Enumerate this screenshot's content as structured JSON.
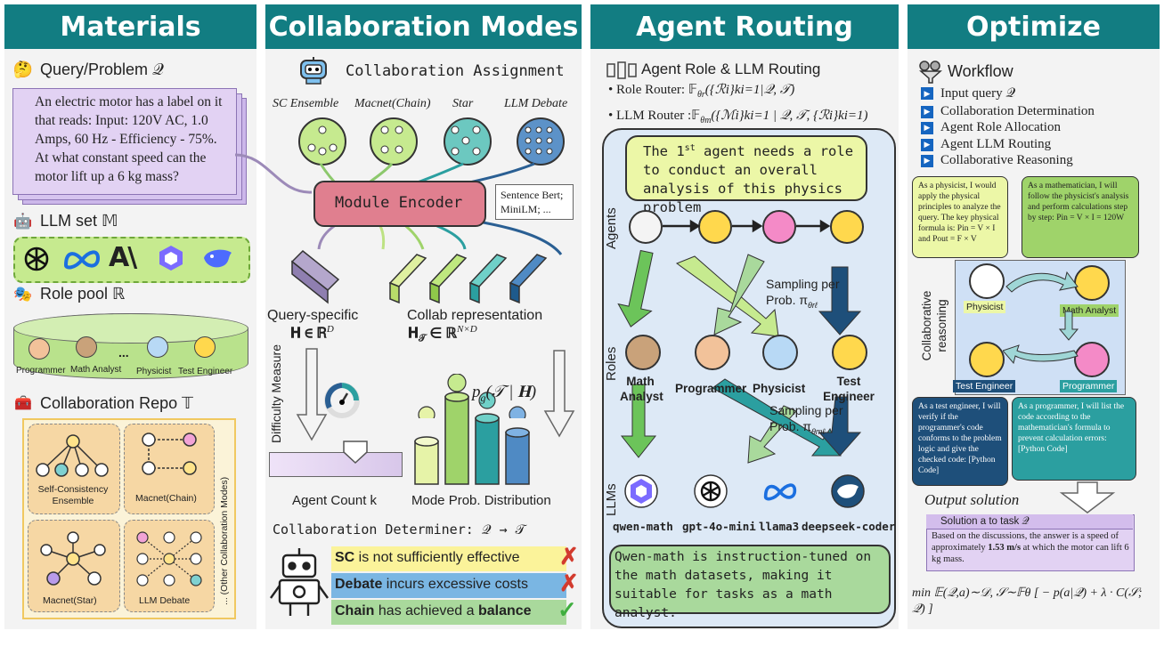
{
  "headers": {
    "materials": "Materials",
    "collab_modes": "Collaboration Modes",
    "agent_routing": "Agent Routing",
    "optimize": "Optimize"
  },
  "materials": {
    "query_label": "Query/Problem 𝒬",
    "query_text": "An electric motor has a label on it that reads: Input: 120V AC, 1.0 Amps, 60 Hz - Efficiency - 75%. At what constant speed can the motor lift up a 6 kg mass?",
    "llm_set_label": "LLM set 𝕄",
    "role_pool_label": "Role pool ℝ",
    "roles": [
      "Programmer",
      "Math Analyst",
      "...",
      "Physicist",
      "Test Engineer"
    ],
    "repo_label": "Collaboration Repo 𝕋",
    "repo_items": [
      "Self-Consistency Ensemble",
      "Macnet(Chain)",
      "Macnet(Star)",
      "LLM Debate"
    ],
    "repo_other": "... (Other Collaboration Modes)"
  },
  "collab": {
    "assignment_title": "Collaboration Assignment",
    "modes": [
      "SC Ensemble",
      "Macnet(Chain)",
      "Star",
      "LLM Debate"
    ],
    "encoder": "Module Encoder",
    "encoder_note": "Sentence Bert; MiniLM; ...",
    "query_specific": "Query-specific",
    "query_H": "𝐇 ∈ ℝ",
    "query_H_sup": "D",
    "collab_repr": "Collab representation",
    "collab_H": "𝐇",
    "collab_H_sub": "𝒯",
    "collab_H_rest": " ∈ ℝ",
    "collab_H_sup": "N×D",
    "difficulty": "Difficulty Measure",
    "pg": "p",
    "pg_sub": "g",
    "pg_rest": "(𝒯 | 𝐇)",
    "agent_count": "Agent Count k",
    "mode_prob": "Mode Prob. Distribution",
    "determiner": "Collaboration Determiner: 𝒬 → 𝒯",
    "verdicts": [
      {
        "bold": "SC",
        "text": " is not sufficiently effective",
        "mark": "✗",
        "bg": "#fbf39a"
      },
      {
        "bold": "Debate",
        "text": " incurs excessive costs",
        "mark": "✗",
        "bg": "#7ab6e3"
      },
      {
        "bold": "Chain",
        "text": " has achieved a ",
        "bold2": "balance",
        "mark": "✓",
        "bg": "#a9d99c"
      }
    ]
  },
  "routing": {
    "title": "Agent Role & LLM Routing",
    "role_router": "Role Router: 𝔽",
    "role_router_sub": "θr",
    "role_router_rest": "({ℛi}ki=1|𝒬, 𝒯)",
    "llm_router": "LLM Router :𝔽",
    "llm_router_sub": "θm",
    "llm_router_rest": "({ℳi}ki=1 | 𝒬, 𝒯, {ℛi}ki=1)",
    "bubble_top_a": "The 1",
    "bubble_top_sup": "st",
    "bubble_top_b": " agent needs a role to conduct an overall analysis of this physics problem",
    "axis_agents": "Agents",
    "axis_roles": "Roles",
    "axis_llms": "LLMs",
    "sampling1": "Sampling per Prob. π",
    "sampling1_sub": "θrℓ",
    "sampling2": "Sampling per Prob. π",
    "sampling2_sub": "θmℓ",
    "roles": [
      "Math Analyst",
      "Programmer",
      "Physicist",
      "Test Engineer"
    ],
    "llms": [
      "qwen-math",
      "gpt-4o-mini",
      "llama3",
      "deepseek-coder"
    ],
    "bubble_bottom": "Qwen-math is instruction-tuned on the math datasets, making it suitable for tasks as a math analyst."
  },
  "optimize": {
    "workflow_title": "Workflow",
    "workflow": [
      "Input query 𝒬",
      "Collaboration Determination",
      "Agent Role Allocation",
      "Agent LLM Routing",
      "Collaborative Reasoning"
    ],
    "physicist_bubble": "As a physicist, I would apply the physical principles to analyze the query. The key physical formula is: Pin = V × I and Pout = F × V",
    "math_bubble": "As a mathematician, I will follow the physicist's analysis and perform calculations step by step: Pin = V × I = 120W",
    "collab_reasoning": "Collaborative reasoning",
    "agents": [
      "Physicist",
      "Math Analyst",
      "Test Engineer",
      "Programmer"
    ],
    "test_bubble": "As a test engineer, I will verify if the programmer's code conforms to the problem logic and give the checked code: [Python Code]",
    "prog_bubble": "As a programmer, I will list the code according to the mathematician's formula to prevent calculation errors: [Python Code]",
    "output_label": "Output solution",
    "solution_title": "Solution a to task 𝒬",
    "solution_text_a": "Based on the discussions, the answer is a speed of approximately ",
    "solution_bold": "1.53 m/s",
    "solution_text_b": " at which the motor can lift 6 kg mass.",
    "objective": "min 𝔼(𝒬,a)∼𝒟, 𝒮∼𝔽θ [ − p(a|𝒬) + λ · C(𝒮; 𝒬) ]"
  },
  "colors": {
    "header": "#127d82",
    "violet": "#e2d2f3",
    "lime": "#c6ea8f",
    "blue_panel": "#dde9f6"
  }
}
